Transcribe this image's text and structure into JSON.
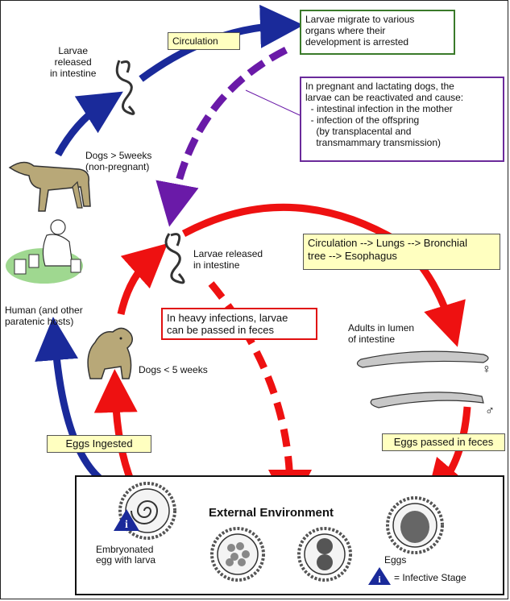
{
  "labels": {
    "larvae_released_intestine_top": "Larvae\nreleased\nin intestine",
    "circulation": "Circulation",
    "migrate": "Larvae migrate to various\norgans where their\ndevelopment is arrested",
    "pregnant": "In pregnant and lactating dogs, the\nlarvae can be reactivated and cause:\n  - intestinal infection in the mother\n  - infection of the offspring\n    (by transplacental and\n    transmammary transmission)",
    "dogs_over_5": "Dogs > 5weeks\n(non-pregnant)",
    "human": "Human (and other\nparatenic hosts)",
    "larvae_released_center": "Larvae released\nin intestine",
    "circulation_lungs": "Circulation --> Lungs --> Bronchial\ntree --> Esophagus",
    "heavy_infections": "In heavy infections, larvae\ncan be passed in feces",
    "adults": "Adults in lumen\nof intestine",
    "female_symbol": "♀",
    "male_symbol": "♂",
    "dogs_under_5": "Dogs < 5 weeks",
    "eggs_ingested": "Eggs Ingested",
    "eggs_passed": "Eggs passed in feces",
    "external_environment": "External Environment",
    "eggs": "Eggs",
    "embryonated": "Embryonated\negg with larva",
    "infective_stage": "= Infective Stage",
    "infective_marker": "i"
  },
  "colors": {
    "blue_arrow": "#1a2a9a",
    "purple_arrow": "#6a1aa8",
    "red_arrow": "#ee1111",
    "yellow_box": "#ffffc0",
    "green_border": "#3a7a2a",
    "dog_fill": "#b8a878",
    "human_fill": "#9fd890",
    "infective_triangle": "#1a2a9a"
  }
}
